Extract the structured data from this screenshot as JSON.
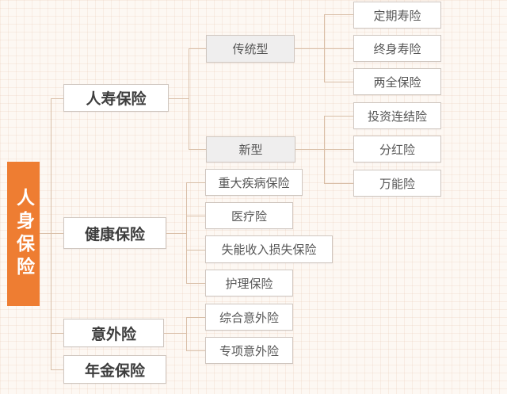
{
  "root": {
    "label": "人身保险",
    "color": "#ee7d32"
  },
  "level1": [
    {
      "label": "人寿保险"
    },
    {
      "label": "健康保险"
    },
    {
      "label": "意外险"
    },
    {
      "label": "年金保险"
    }
  ],
  "life": {
    "types": [
      {
        "label": "传统型",
        "children": [
          "定期寿险",
          "终身寿险",
          "两全保险"
        ]
      },
      {
        "label": "新型",
        "children": [
          "投资连结险",
          "分红险",
          "万能险"
        ]
      }
    ]
  },
  "health": {
    "children": [
      "重大疾病保险",
      "医疗险",
      "失能收入损失保险",
      "护理保险"
    ]
  },
  "accident": {
    "children": [
      "综合意外险",
      "专项意外险"
    ]
  }
}
